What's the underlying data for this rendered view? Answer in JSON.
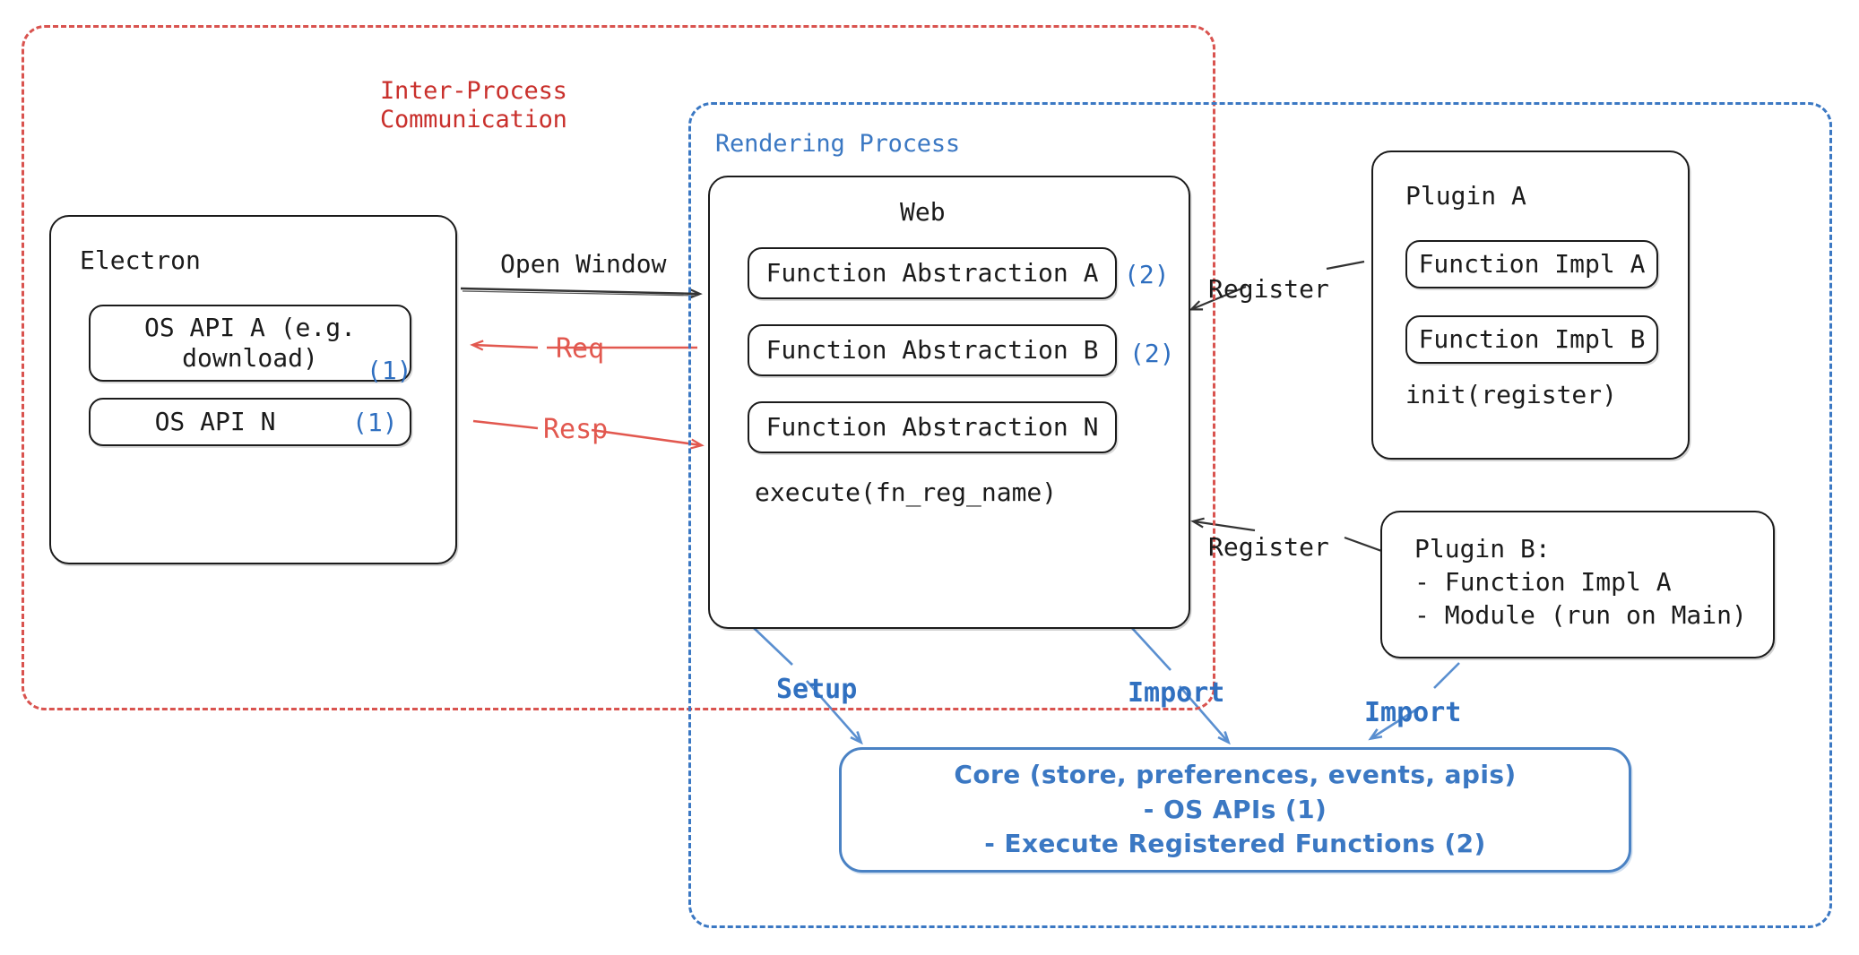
{
  "regions": {
    "ipc": {
      "label": "Inter-Process\nCommunication",
      "color": "#c9302c"
    },
    "rendering": {
      "label": "Rendering Process",
      "color": "#3b78c3"
    }
  },
  "electron": {
    "title": "Electron",
    "apis": [
      {
        "text": "OS API A (e.g.\ndownload)",
        "tag": "(1)"
      },
      {
        "text": "OS API N",
        "tag": "(1)"
      }
    ]
  },
  "web": {
    "title": "Web",
    "functions": [
      {
        "text": "Function Abstraction A",
        "tag": "(2)"
      },
      {
        "text": "Function Abstraction B",
        "tag": "(2)"
      },
      {
        "text": "Function Abstraction N",
        "tag": ""
      }
    ],
    "footer": "execute(fn_reg_name)"
  },
  "plugin_a": {
    "title": "Plugin A",
    "items": [
      {
        "text": "Function Impl A"
      },
      {
        "text": "Function Impl B"
      }
    ],
    "footer": "init(register)"
  },
  "plugin_b": {
    "lines": "Plugin B:\n- Function Impl A\n- Module (run on Main)"
  },
  "core": {
    "lines": "Core (store, preferences, events, apis)\n- OS APIs (1)\n- Execute Registered Functions (2)"
  },
  "edges": {
    "open_window": "Open Window",
    "req": "Req",
    "resp": "Resp",
    "register_top": "Register",
    "register_bottom": "Register",
    "setup": "Setup",
    "import_web": "Import",
    "import_plugin": "Import"
  },
  "colors": {
    "red": "#d9534f",
    "blue": "#3b78c3",
    "ink": "#1b1b1b",
    "core_blue": "#4a82c4"
  }
}
